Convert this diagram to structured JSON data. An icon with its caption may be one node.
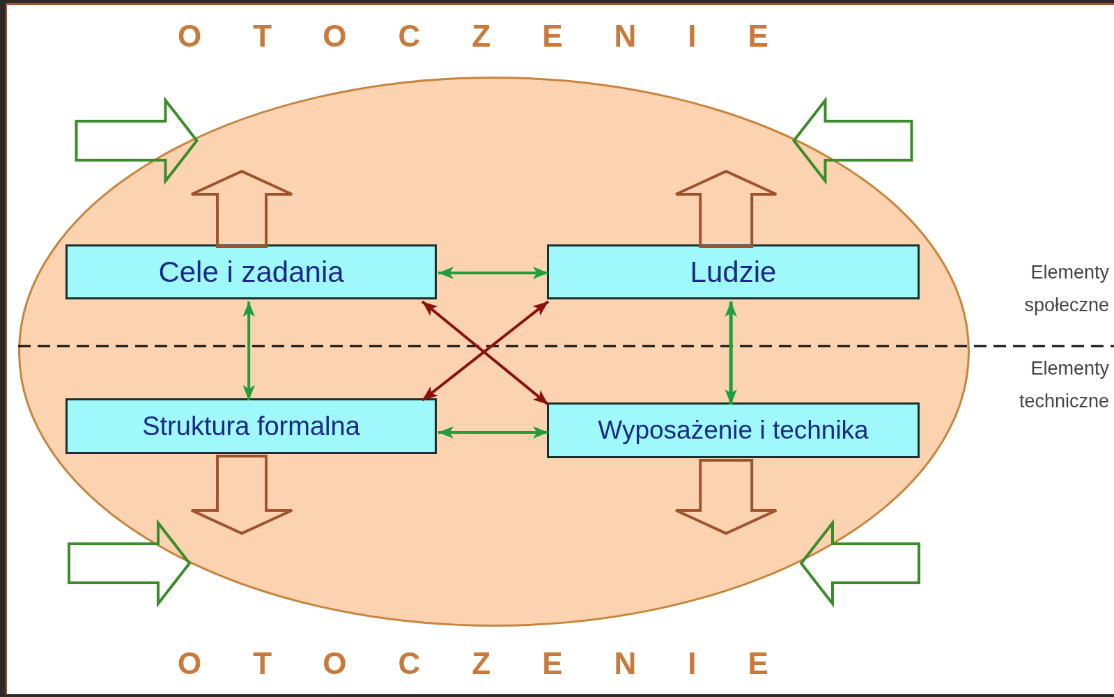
{
  "diagram": {
    "nodes": [
      {
        "text": [],
        "shape": "ellipse"
      },
      {
        "text": [
          "Cele i zadania"
        ],
        "in": 0
      },
      {
        "text": [
          "Ludzie"
        ],
        "in": 0
      },
      {
        "text": [
          "Struktura formalna"
        ],
        "in": 0
      },
      {
        "text": [
          "Wyposażenie i technika"
        ],
        "in": 0
      }
    ],
    "edges": [
      {
        "from": null,
        "to": 0,
        "arrow": "to",
        "style": "thick"
      },
      {
        "from": null,
        "to": 0,
        "arrow": "to",
        "style": "thick"
      },
      {
        "from": null,
        "to": 0,
        "arrow": "to",
        "style": "thick"
      },
      {
        "from": null,
        "to": 0,
        "arrow": "to",
        "style": "thick"
      },
      {
        "from": 1,
        "to": null,
        "arrow": "to",
        "style": "thick",
        "color": "#a0522d"
      },
      {
        "from": 2,
        "to": null,
        "arrow": "to",
        "style": "thick",
        "color": "#a0522d"
      },
      {
        "from": 3,
        "to": null,
        "arrow": "to",
        "style": "thick",
        "color": "#a0522d"
      },
      {
        "from": 4,
        "to": null,
        "arrow": "to",
        "style": "thick",
        "color": "#a0522d"
      },
      {
        "from": 1,
        "to": 2,
        "arrow": "both"
      },
      {
        "from": 1,
        "to": 3,
        "arrow": "both"
      },
      {
        "from": 2,
        "to": 4,
        "arrow": "both"
      },
      {
        "from": 3,
        "to": 4,
        "arrow": "both"
      },
      {
        "from": 1,
        "to": 4,
        "arrow": "both",
        "color": "#8b1010"
      },
      {
        "from": 2,
        "to": 3,
        "arrow": "both",
        "color": "#8b1010"
      }
    ],
    "labels": [
      "OTOCZENIE",
      "Elementy społeczne",
      "Elementy techniczne",
      "OTOCZENIE"
    ]
  }
}
